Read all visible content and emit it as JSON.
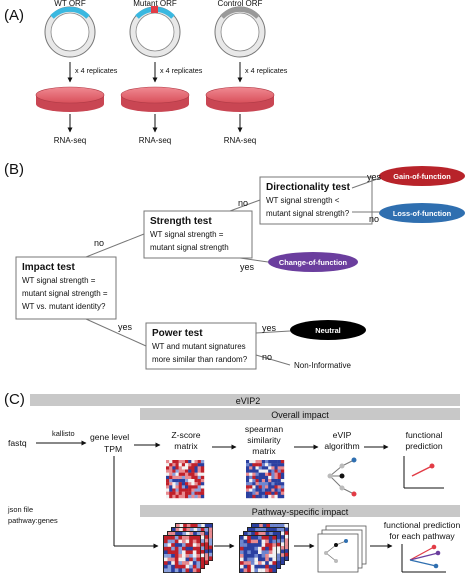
{
  "panel_a": {
    "letter": "(A)",
    "orfs": [
      {
        "label": "WT ORF",
        "accent": "#3ab8e0"
      },
      {
        "label": "Mutant ORF",
        "accent": "#3ab8e0",
        "mutation_color": "#e23c46"
      },
      {
        "label": "Control ORF",
        "accent": "#999999"
      }
    ],
    "replicate_label": "x 4 replicates",
    "seq_label": "RNA-seq",
    "dish_color": "#e8606a"
  },
  "panel_b": {
    "letter": "(B)",
    "impact": {
      "title": "Impact test",
      "lines": [
        "WT signal strength =",
        "mutant signal strength =",
        "WT vs. mutant identity?"
      ]
    },
    "strength": {
      "title": "Strength test",
      "lines": [
        "WT signal strength =",
        "mutant signal strength"
      ]
    },
    "directionality": {
      "title": "Directionality test",
      "lines": [
        "WT signal strength <",
        "mutant signal strength?"
      ]
    },
    "power": {
      "title": "Power test",
      "lines": [
        "WT and mutant signatures",
        "more similar than random?"
      ]
    },
    "outcomes": {
      "gain": {
        "label": "Gain-of-function",
        "color": "#b8232a"
      },
      "loss": {
        "label": "Loss-of-function",
        "color": "#2f6fb0"
      },
      "change": {
        "label": "Change-of-function",
        "color": "#6b3e9e"
      },
      "neutral": {
        "label": "Neutral",
        "color": "#000000"
      },
      "noninformative": {
        "label": "Non-Informative"
      }
    },
    "edges": {
      "yes": "yes",
      "no": "no"
    }
  },
  "panel_c": {
    "letter": "(C)",
    "evip2_label": "eVIP2",
    "overall_label": "Overall impact",
    "pathway_label": "Pathway-specific impact",
    "fastq": "fastq",
    "kallisto": "kallisto",
    "gene_level": "gene level",
    "tpm": "TPM",
    "zscore": [
      "Z-score",
      "matrix"
    ],
    "spearman": [
      "spearman",
      "similarity",
      "matrix"
    ],
    "evip_algo": [
      "eVIP",
      "algorithm"
    ],
    "functional": [
      "functional",
      "prediction"
    ],
    "json": [
      "json file",
      "pathway:genes"
    ],
    "functional_each": [
      "functional prediction",
      "for each pathway"
    ],
    "bar_color": "#c8c8c8"
  }
}
